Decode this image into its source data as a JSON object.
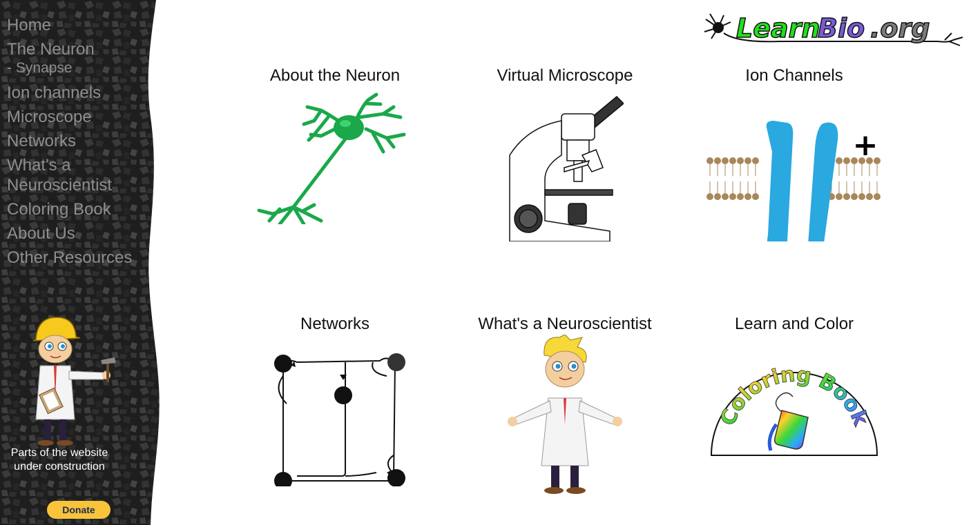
{
  "sidebar": {
    "nav": [
      {
        "label": "Home"
      },
      {
        "label": "The Neuron"
      },
      {
        "label": "- Synapse"
      },
      {
        "label": "Ion channels"
      },
      {
        "label": "Microscope"
      },
      {
        "label": "Networks"
      },
      {
        "label": "What's a Neuroscientist"
      },
      {
        "label": "Coloring Book"
      },
      {
        "label": "About Us"
      },
      {
        "label": "Other Resources"
      }
    ],
    "construction_line1": "Parts of the website",
    "construction_line2": "under construction",
    "donate_label": "Donate"
  },
  "logo": {
    "learn": "Learn",
    "bio": "Bio",
    "org": ".org"
  },
  "cards": [
    {
      "title": "About the Neuron"
    },
    {
      "title": "Virtual Microscope"
    },
    {
      "title": "Ion Channels"
    },
    {
      "title": "Networks"
    },
    {
      "title": "What's a Neuroscientist"
    },
    {
      "title": "Learn and Color"
    }
  ],
  "coloring_book": {
    "text": "Coloring Book"
  },
  "ion_signs": {
    "plus": "+"
  },
  "colors": {
    "neuron": "#1aa84a",
    "channel": "#2aa8e0",
    "donate": "#f9c43a",
    "nav_text": "#8e8e8e"
  }
}
